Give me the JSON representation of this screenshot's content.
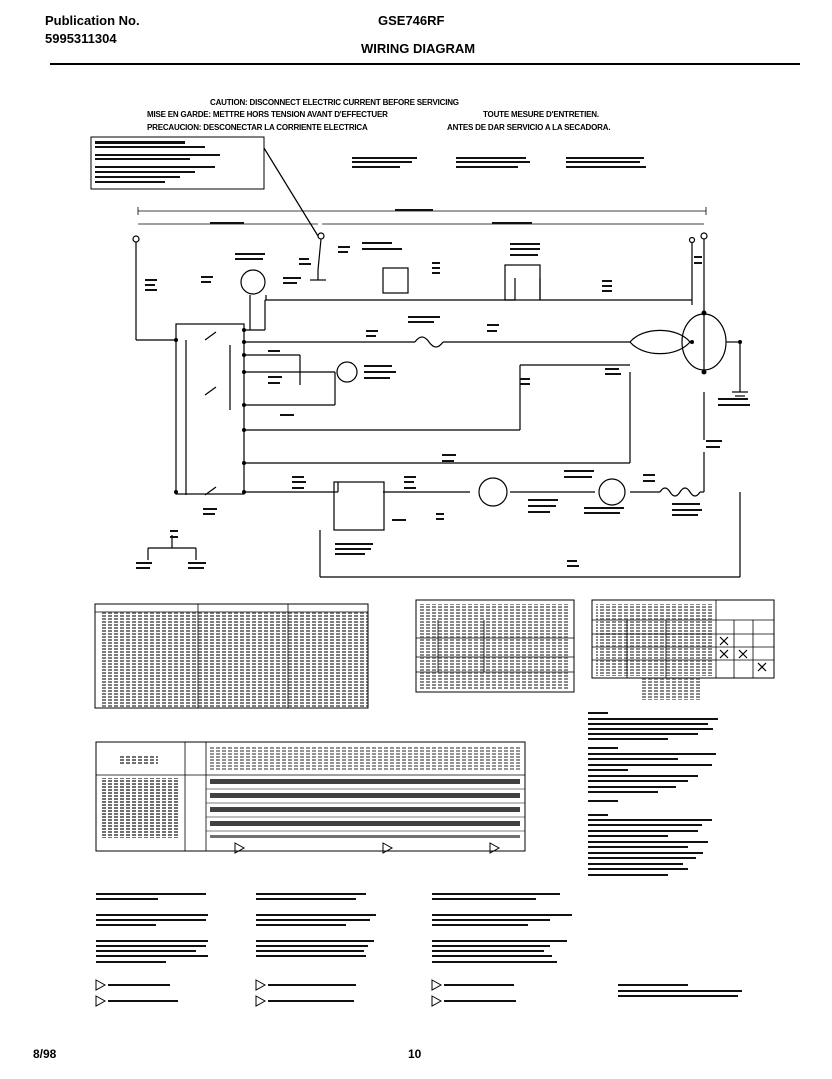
{
  "header": {
    "publication_label": "Publication No.",
    "publication_number": "5995311304",
    "model": "GSE746RF",
    "title": "WIRING DIAGRAM"
  },
  "caution": {
    "english": "CAUTION: DISCONNECT ELECTRIC CURRENT BEFORE SERVICING",
    "french_a": "MISE EN GARDE: METTRE HORS TENSION AVANT D'EFFECTUER",
    "french_b": "TOUTE MESURE D'ENTRETIEN.",
    "spanish_a": "PRECAUCION: DESCONECTAR LA CORRIENTE ELECTRICA",
    "spanish_b": "ANTES DE DAR SERVICIO A LA SECADORA."
  },
  "footer": {
    "date": "8/98",
    "page": "10"
  }
}
